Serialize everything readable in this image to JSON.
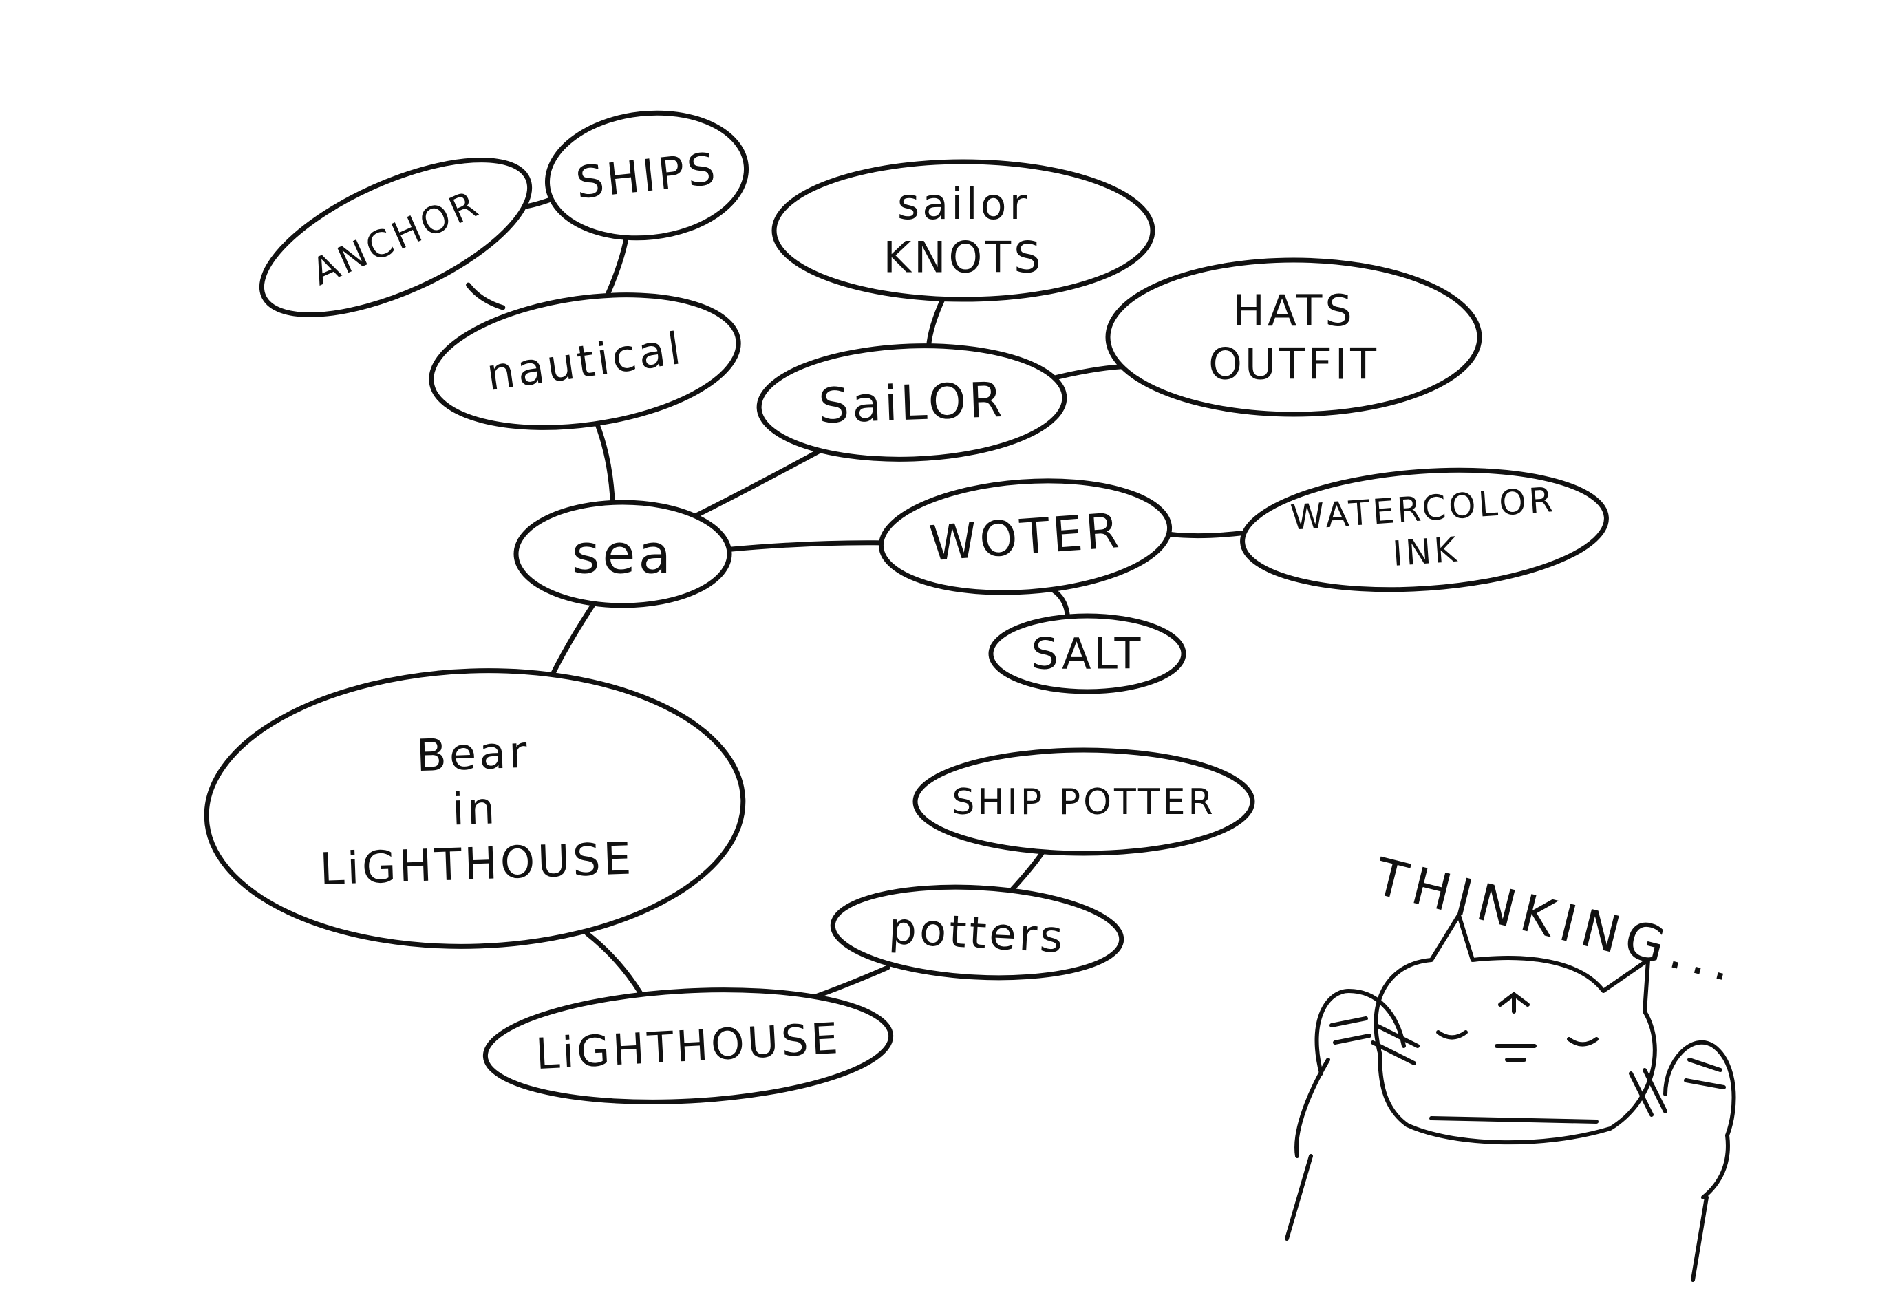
{
  "mindmap": {
    "nodes": [
      {
        "id": "ships",
        "lines": [
          "SHIPS"
        ]
      },
      {
        "id": "anchor",
        "lines": [
          "ANCHOR"
        ]
      },
      {
        "id": "nautical",
        "lines": [
          "nautical"
        ]
      },
      {
        "id": "sailor-knots",
        "lines": [
          "sailor",
          "KNOTS"
        ]
      },
      {
        "id": "hats-outfit",
        "lines": [
          "HATS",
          "OUTFIT"
        ]
      },
      {
        "id": "sailor",
        "lines": [
          "SaiLOR"
        ]
      },
      {
        "id": "sea",
        "lines": [
          "sea"
        ]
      },
      {
        "id": "water",
        "lines": [
          "WOTER"
        ]
      },
      {
        "id": "watercolor-ink",
        "lines": [
          "WATERCOLOR",
          "INK"
        ]
      },
      {
        "id": "salt",
        "lines": [
          "SALT"
        ]
      },
      {
        "id": "bear-in-lighthouse",
        "lines": [
          "Bear",
          "in",
          "LiGHTHOUSE"
        ]
      },
      {
        "id": "ship-potter",
        "lines": [
          "SHIP POTTER"
        ]
      },
      {
        "id": "potters",
        "lines": [
          "potters"
        ]
      },
      {
        "id": "lighthouse",
        "lines": [
          "LiGHTHOUSE"
        ]
      }
    ],
    "edges": [
      [
        "anchor",
        "ships"
      ],
      [
        "ships",
        "nautical"
      ],
      [
        "anchor",
        "nautical"
      ],
      [
        "nautical",
        "sea"
      ],
      [
        "sailor-knots",
        "sailor"
      ],
      [
        "sailor",
        "hats-outfit"
      ],
      [
        "sailor",
        "sea"
      ],
      [
        "sea",
        "water"
      ],
      [
        "water",
        "watercolor-ink"
      ],
      [
        "water",
        "salt"
      ],
      [
        "sea",
        "bear-in-lighthouse"
      ],
      [
        "bear-in-lighthouse",
        "lighthouse"
      ],
      [
        "lighthouse",
        "potters"
      ],
      [
        "potters",
        "ship-potter"
      ]
    ]
  },
  "character": {
    "caption": "THINKING..."
  }
}
